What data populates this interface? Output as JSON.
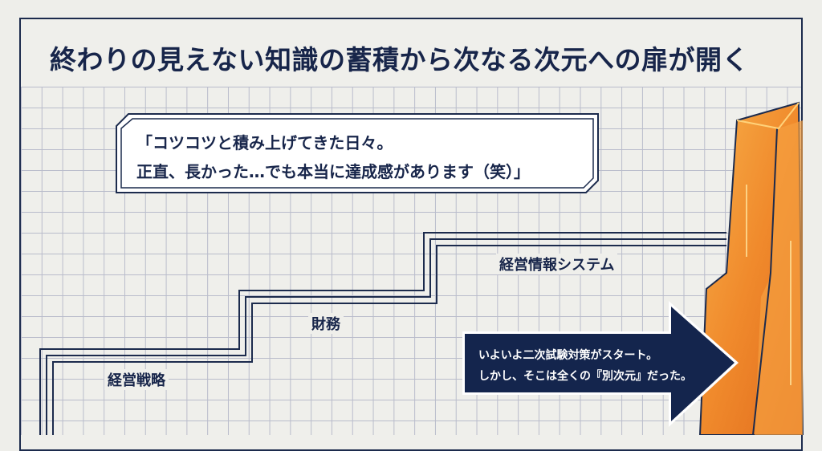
{
  "title": "終わりの見えない知識の蓄積から次なる次元への扉が開く",
  "quote": {
    "line1": "「コツコツと積み上げてきた日々。",
    "line2": "正直、長かった…でも本当に達成感があります（笑）」"
  },
  "steps": [
    {
      "label": "経営戦略"
    },
    {
      "label": "財務"
    },
    {
      "label": "経営情報システム"
    }
  ],
  "arrow": {
    "line1": "いよいよ二次試験対策がスタート。",
    "line2": "しかし、そこは全くの『別次元』だった。"
  },
  "colors": {
    "navy": "#17254a",
    "orange": "#f08a2c",
    "background": "#eeeeea"
  }
}
